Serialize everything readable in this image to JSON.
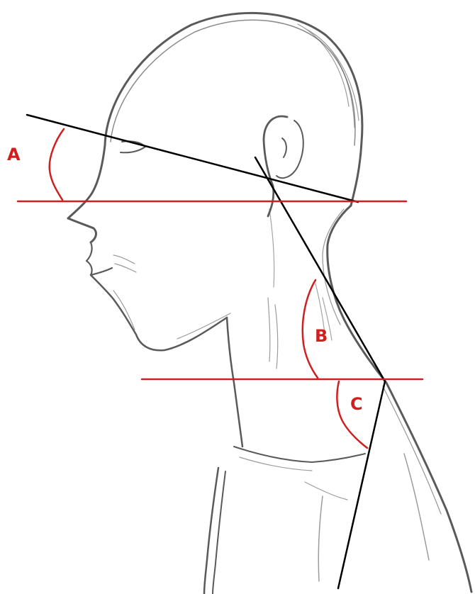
{
  "colors": {
    "background": "#ffffff",
    "sketch": "#5a5a5a",
    "reference_line": "#000000",
    "measurement": "#d11f1f"
  },
  "angles": [
    {
      "id": "A",
      "label": "A"
    },
    {
      "id": "B",
      "label": "B"
    },
    {
      "id": "C",
      "label": "C"
    }
  ]
}
